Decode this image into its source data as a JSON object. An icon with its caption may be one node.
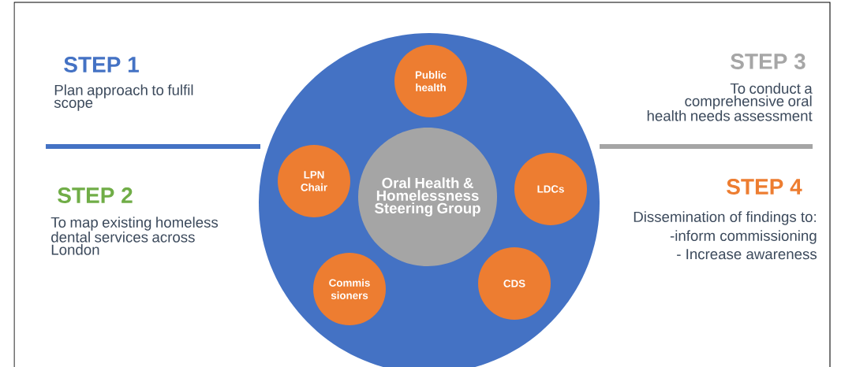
{
  "diagram": {
    "nodes": [
      {
        "text": [],
        "shape": "circle"
      },
      {
        "text": [
          "Public health"
        ],
        "in": 0
      },
      {
        "text": [
          "LPN Chair"
        ],
        "in": 0
      },
      {
        "text": [
          "Oral Health & Homelessness Steering Group"
        ],
        "in": 0
      },
      {
        "text": [
          "LDCs"
        ],
        "in": 0
      },
      {
        "text": [
          "Commis sioners"
        ],
        "in": 0
      },
      {
        "text": [
          "CDS"
        ],
        "in": 0
      }
    ],
    "edges": [],
    "labels": [
      "STEP 1",
      "Plan approach to fulfil scope",
      "STEP 2",
      "To map existing homeless dental services across London",
      "STEP 3",
      "To conduct a comprehensive oral health needs assessment",
      "STEP 4",
      "Dissemination of findings to:",
      "-inform commissioning",
      "- Increase awareness"
    ]
  }
}
